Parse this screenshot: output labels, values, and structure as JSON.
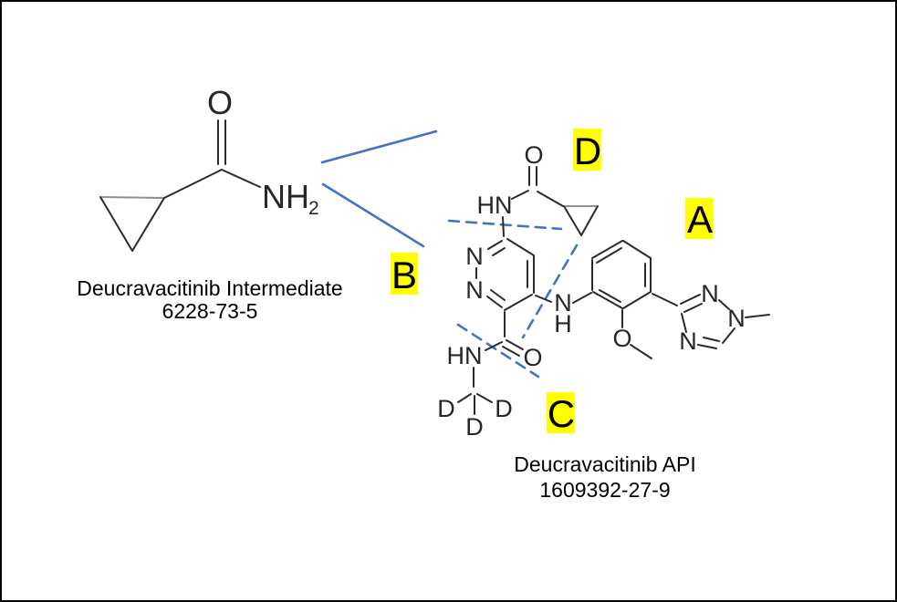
{
  "diagram": {
    "title_context": "Deucravacitinib retrosynthetic fragment diagram",
    "intermediate": {
      "name": "Deucravacitinib Intermediate",
      "cas": "6228-73-5"
    },
    "api": {
      "name": "Deucravacitinib API",
      "cas": "1609392-27-9"
    },
    "fragment_labels": {
      "a": "A",
      "b": "B",
      "c": "C",
      "d": "D"
    },
    "symbols": {
      "O": "O",
      "N": "N",
      "H": "H",
      "D": "D",
      "HN": "HN",
      "NH": "NH",
      "sub2": "2"
    },
    "colors": {
      "connector_blue": "#4472C4",
      "highlight_yellow": "#FFFF00",
      "structure_black": "#2A2A2A",
      "background": "#FFFFFF",
      "border": "#000000"
    }
  }
}
